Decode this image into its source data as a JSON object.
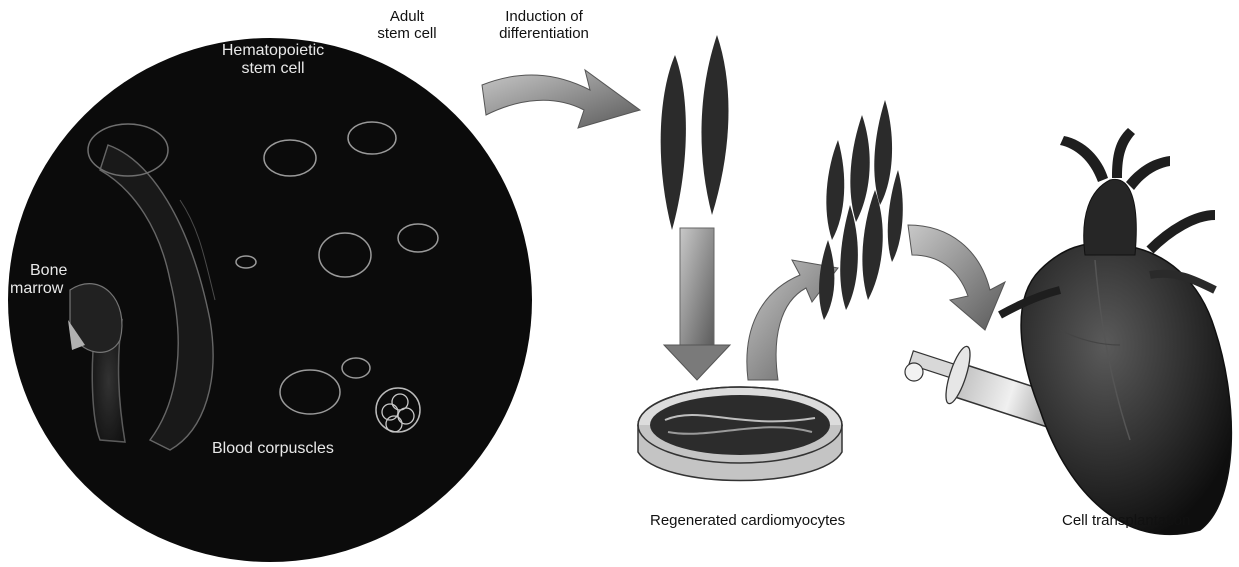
{
  "labels": {
    "adult_stem_cell": [
      "Adult",
      "stem cell"
    ],
    "induction": [
      "Induction of",
      "differentiation"
    ],
    "regenerated": "Regenerated cardiomyocytes",
    "transplantation": "Cell transplantation"
  },
  "circle_labels": {
    "hematopoietic": [
      "Hematopoietic",
      "stem cell"
    ],
    "bone_marrow": [
      "Bone",
      "marrow"
    ],
    "blood_corpuscles": "Blood corpuscles"
  },
  "colors": {
    "circle": "#0b0b0b",
    "cells": "#9a9a9a",
    "arrow": "#8f8f8f",
    "cardiomyocyte": "#2b2b2b",
    "heart": "#1e1e1e"
  }
}
